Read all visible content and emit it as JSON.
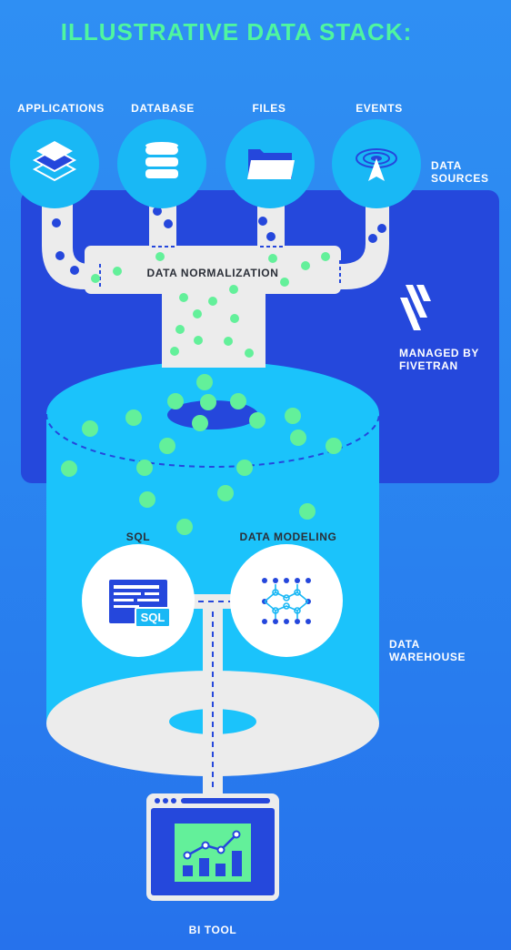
{
  "title": "ILLUSTRATIVE DATA STACK:",
  "sources": [
    {
      "label": "APPLICATIONS",
      "icon": "layers-icon"
    },
    {
      "label": "DATABASE",
      "icon": "database-icon"
    },
    {
      "label": "FILES",
      "icon": "folder-icon"
    },
    {
      "label": "EVENTS",
      "icon": "broadcast-icon"
    }
  ],
  "data_sources_label": [
    "DATA",
    "SOURCES"
  ],
  "normalization_label": "DATA NORMALIZATION",
  "managed_label": [
    "MANAGED BY",
    "FIVETRAN"
  ],
  "sql_label": "SQL",
  "sql_badge": "SQL",
  "modeling_label": "DATA MODELING",
  "warehouse_label": [
    "DATA",
    "WAREHOUSE"
  ],
  "bi_label": "BI TOOL",
  "colors": {
    "background": "#2a86f0",
    "managed_panel": "#2548dc",
    "circle": "#19b8f5",
    "pipe": "#ececec",
    "cylinder": "#1bc3fb",
    "green_dot": "#63f09a",
    "navy_dot": "#2547dc",
    "title": "#4ff5a0"
  }
}
